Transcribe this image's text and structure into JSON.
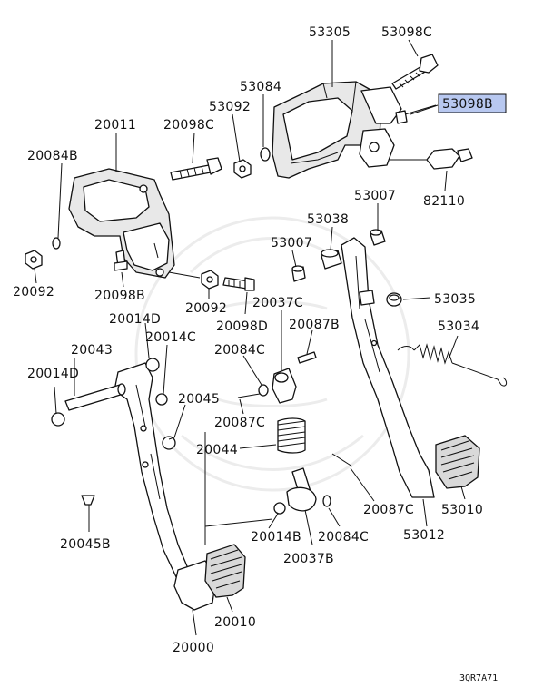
{
  "diagram_code": "3QR7A71",
  "highlight_color": "#b8c8f0",
  "callouts": [
    {
      "id": "53305",
      "text": "53305"
    },
    {
      "id": "53098C",
      "text": "53098C"
    },
    {
      "id": "53084",
      "text": "53084"
    },
    {
      "id": "53098B",
      "text": "53098B",
      "highlighted": true
    },
    {
      "id": "53092",
      "text": "53092"
    },
    {
      "id": "20011",
      "text": "20011"
    },
    {
      "id": "20098C",
      "text": "20098C"
    },
    {
      "id": "20084B",
      "text": "20084B"
    },
    {
      "id": "82110",
      "text": "82110"
    },
    {
      "id": "53007a",
      "text": "53007"
    },
    {
      "id": "53038",
      "text": "53038"
    },
    {
      "id": "53007b",
      "text": "53007"
    },
    {
      "id": "20092a",
      "text": "20092"
    },
    {
      "id": "20098B",
      "text": "20098B"
    },
    {
      "id": "20092b",
      "text": "20092"
    },
    {
      "id": "20037C",
      "text": "20037C"
    },
    {
      "id": "53035",
      "text": "53035"
    },
    {
      "id": "20098D",
      "text": "20098D"
    },
    {
      "id": "20014D",
      "text": "20014D"
    },
    {
      "id": "20087B",
      "text": "20087B"
    },
    {
      "id": "53034",
      "text": "53034"
    },
    {
      "id": "20014C",
      "text": "20014C"
    },
    {
      "id": "20043",
      "text": "20043"
    },
    {
      "id": "20084C",
      "text": "20084C"
    },
    {
      "id": "20014Db",
      "text": "20014D"
    },
    {
      "id": "20045",
      "text": "20045"
    },
    {
      "id": "20087C",
      "text": "20087C"
    },
    {
      "id": "20044",
      "text": "20044"
    },
    {
      "id": "20087Cb",
      "text": "20087C"
    },
    {
      "id": "53010",
      "text": "53010"
    },
    {
      "id": "20014B",
      "text": "20014B"
    },
    {
      "id": "20084Cb",
      "text": "20084C"
    },
    {
      "id": "53012",
      "text": "53012"
    },
    {
      "id": "20045B",
      "text": "20045B"
    },
    {
      "id": "20037B",
      "text": "20037B"
    },
    {
      "id": "20010",
      "text": "20010"
    },
    {
      "id": "20000",
      "text": "20000"
    }
  ]
}
